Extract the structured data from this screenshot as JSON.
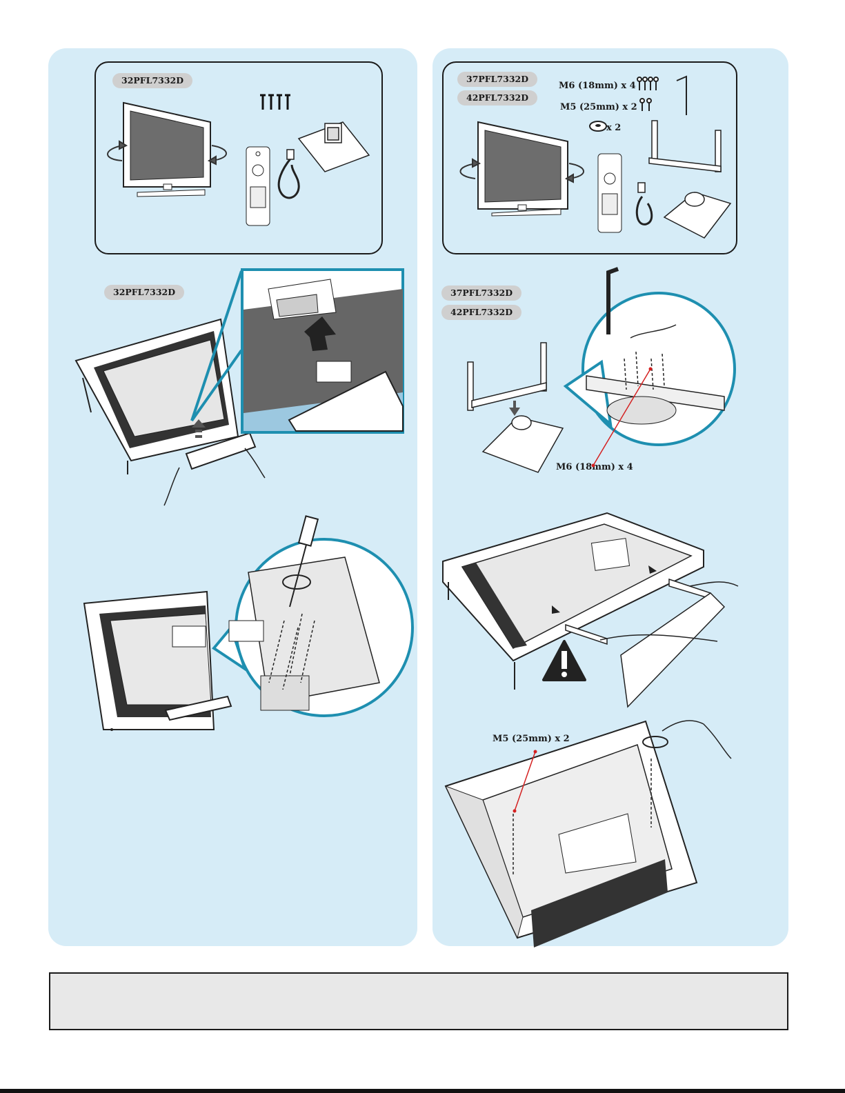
{
  "left_panel": {
    "box1": {
      "model_badge": "32PFL7332D"
    },
    "step2": {
      "model_badge": "32PFL7332D"
    }
  },
  "right_panel": {
    "box1": {
      "model_badges": [
        "37PFL7332D",
        "42PFL7332D"
      ],
      "m6_label": "M6 (18mm) x 4",
      "m5_label": "M5 (25mm) x 2",
      "washer_label": "x 2"
    },
    "step2": {
      "model_badges": [
        "37PFL7332D",
        "42PFL7332D"
      ],
      "m6_callout": "M6 (18mm) x 4"
    },
    "step4": {
      "m5_callout": "M5 (25mm) x 2"
    }
  },
  "colors": {
    "panel_bg": "#d6ecf7",
    "callout_blue": "#1e8fb0",
    "badge_grey": "#cfcfcf",
    "callout_red": "#d42020",
    "bottom_box": "#e8e8e8"
  }
}
